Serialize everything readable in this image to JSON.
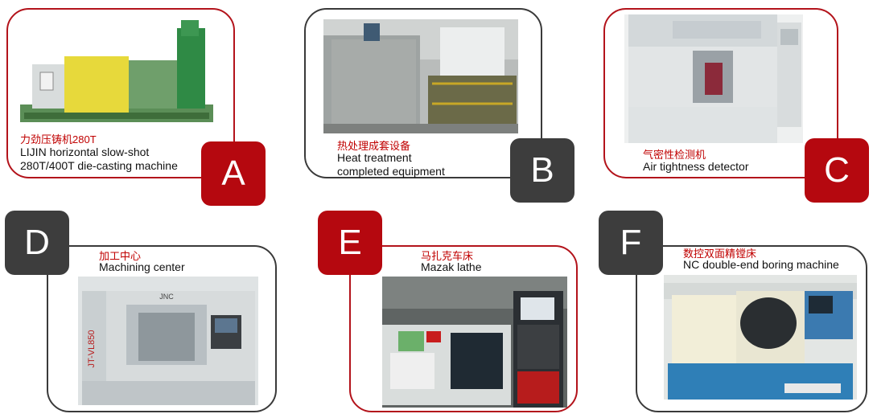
{
  "colors": {
    "accent_red": "#b5080f",
    "dark_badge": "#3d3d3d",
    "border_red": "#b3131b",
    "border_dark": "#3a3a3a",
    "caption_red": "#c00000"
  },
  "cards": [
    {
      "badge": "A",
      "cn": "力劲压铸机280T",
      "en_line1": " LIJIN horizontal slow-shot",
      "en_line2": "280T/400T die-casting machine",
      "photo_icon": "die-casting-machine-photo"
    },
    {
      "badge": "B",
      "cn": "热处理成套设备",
      "en_line1": "Heat treatment",
      "en_line2": "completed equipment",
      "photo_icon": "heat-treatment-equipment-photo"
    },
    {
      "badge": "C",
      "cn": "气密性检测机",
      "en_line1": "Air tightness detector",
      "en_line2": "",
      "photo_icon": "air-tightness-detector-photo"
    },
    {
      "badge": "D",
      "cn": "加工中心",
      "en_line1": "Machining center",
      "en_line2": "",
      "photo_icon": "machining-center-photo",
      "machine_brand": "JNC",
      "machine_model": "JT-VL850"
    },
    {
      "badge": "E",
      "cn": "马扎克车床",
      "en_line1": "Mazak  lathe",
      "en_line2": "",
      "photo_icon": "mazak-lathe-photo"
    },
    {
      "badge": "F",
      "cn": "数控双面精镗床",
      "en_line1": "NC double-end  boring machine",
      "en_line2": "",
      "photo_icon": "boring-machine-photo"
    }
  ]
}
